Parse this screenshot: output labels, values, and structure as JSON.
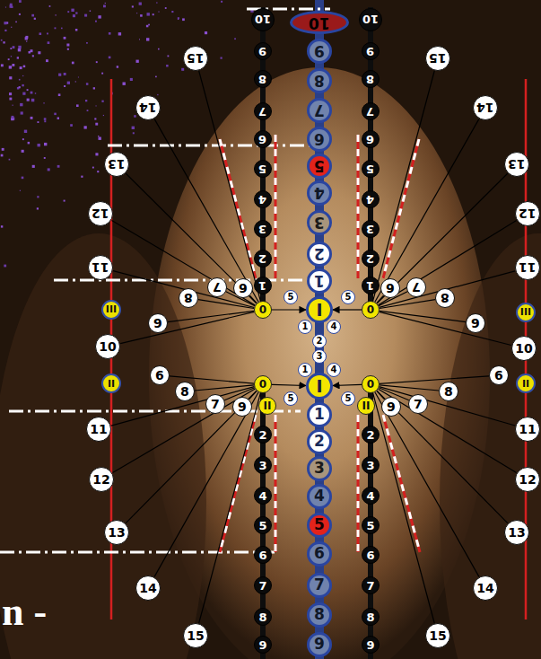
{
  "diagram": {
    "nodes": [
      {
        "text": [
          "10"
        ]
      },
      {
        "text": [
          "9"
        ]
      },
      {
        "text": [
          "8"
        ]
      },
      {
        "text": [
          "7"
        ]
      },
      {
        "text": [
          "6"
        ]
      },
      {
        "text": [
          "5"
        ]
      },
      {
        "text": [
          "4"
        ]
      },
      {
        "text": [
          "3"
        ]
      },
      {
        "text": [
          "2"
        ]
      },
      {
        "text": [
          "1"
        ]
      },
      {
        "text": [
          "I"
        ]
      },
      {
        "text": [
          "I"
        ]
      },
      {
        "text": [
          "1"
        ]
      },
      {
        "text": [
          "2"
        ]
      },
      {
        "text": [
          "3"
        ]
      },
      {
        "text": [
          "4"
        ]
      },
      {
        "text": [
          "5"
        ]
      },
      {
        "text": [
          "6"
        ]
      },
      {
        "text": [
          "7"
        ]
      },
      {
        "text": [
          "8"
        ]
      },
      {
        "text": [
          "9"
        ]
      },
      {
        "text": [
          "5"
        ]
      },
      {
        "text": [
          "5"
        ]
      },
      {
        "text": [
          "1"
        ]
      },
      {
        "text": [
          "4"
        ]
      },
      {
        "text": [
          "2"
        ]
      },
      {
        "text": [
          "3"
        ]
      },
      {
        "text": [
          "1"
        ]
      },
      {
        "text": [
          "4"
        ]
      },
      {
        "text": [
          "5"
        ]
      },
      {
        "text": [
          "5"
        ]
      },
      {
        "text": [
          "10"
        ]
      },
      {
        "text": [
          "9"
        ]
      },
      {
        "text": [
          "8"
        ]
      },
      {
        "text": [
          "7"
        ]
      },
      {
        "text": [
          "6"
        ]
      },
      {
        "text": [
          "5"
        ]
      },
      {
        "text": [
          "4"
        ]
      },
      {
        "text": [
          "3"
        ]
      },
      {
        "text": [
          "2"
        ]
      },
      {
        "text": [
          "1"
        ]
      },
      {
        "text": [
          "0"
        ]
      },
      {
        "text": [
          "0"
        ]
      },
      {
        "text": [
          "II"
        ]
      },
      {
        "text": [
          "2"
        ]
      },
      {
        "text": [
          "3"
        ]
      },
      {
        "text": [
          "4"
        ]
      },
      {
        "text": [
          "5"
        ]
      },
      {
        "text": [
          "6"
        ]
      },
      {
        "text": [
          "7"
        ]
      },
      {
        "text": [
          "8"
        ]
      },
      {
        "text": [
          "9"
        ]
      },
      {
        "text": [
          "10"
        ]
      },
      {
        "text": [
          "9"
        ]
      },
      {
        "text": [
          "8"
        ]
      },
      {
        "text": [
          "7"
        ]
      },
      {
        "text": [
          "6"
        ]
      },
      {
        "text": [
          "5"
        ]
      },
      {
        "text": [
          "4"
        ]
      },
      {
        "text": [
          "3"
        ]
      },
      {
        "text": [
          "2"
        ]
      },
      {
        "text": [
          "1"
        ]
      },
      {
        "text": [
          "0"
        ]
      },
      {
        "text": [
          "0"
        ]
      },
      {
        "text": [
          "II"
        ]
      },
      {
        "text": [
          "2"
        ]
      },
      {
        "text": [
          "3"
        ]
      },
      {
        "text": [
          "4"
        ]
      },
      {
        "text": [
          "5"
        ]
      },
      {
        "text": [
          "6"
        ]
      },
      {
        "text": [
          "7"
        ]
      },
      {
        "text": [
          "8"
        ]
      },
      {
        "text": [
          "9"
        ]
      },
      {
        "text": [
          "15"
        ]
      },
      {
        "text": [
          "14"
        ]
      },
      {
        "text": [
          "13"
        ]
      },
      {
        "text": [
          "12"
        ]
      },
      {
        "text": [
          "11"
        ]
      },
      {
        "text": [
          "III"
        ]
      },
      {
        "text": [
          "10"
        ]
      },
      {
        "text": [
          "9"
        ]
      },
      {
        "text": [
          "8"
        ]
      },
      {
        "text": [
          "7"
        ]
      },
      {
        "text": [
          "6"
        ]
      },
      {
        "text": [
          "II"
        ]
      },
      {
        "text": [
          "6"
        ]
      },
      {
        "text": [
          "8"
        ]
      },
      {
        "text": [
          "7"
        ]
      },
      {
        "text": [
          "9"
        ]
      },
      {
        "text": [
          "11"
        ]
      },
      {
        "text": [
          "12"
        ]
      },
      {
        "text": [
          "13"
        ]
      },
      {
        "text": [
          "14"
        ]
      },
      {
        "text": [
          "15"
        ]
      },
      {
        "text": [
          "15"
        ]
      },
      {
        "text": [
          "14"
        ]
      },
      {
        "text": [
          "13"
        ]
      },
      {
        "text": [
          "12"
        ]
      },
      {
        "text": [
          "11"
        ]
      },
      {
        "text": [
          "III"
        ]
      },
      {
        "text": [
          "10"
        ]
      },
      {
        "text": [
          "9"
        ]
      },
      {
        "text": [
          "8"
        ]
      },
      {
        "text": [
          "7"
        ]
      },
      {
        "text": [
          "6"
        ]
      },
      {
        "text": [
          "II"
        ]
      },
      {
        "text": [
          "6"
        ]
      },
      {
        "text": [
          "8"
        ]
      },
      {
        "text": [
          "7"
        ]
      },
      {
        "text": [
          "9"
        ]
      },
      {
        "text": [
          "11"
        ]
      },
      {
        "text": [
          "12"
        ]
      },
      {
        "text": [
          "13"
        ]
      },
      {
        "text": [
          "14"
        ]
      },
      {
        "text": [
          "15"
        ]
      }
    ],
    "edges": [
      {
        "from": 41,
        "to": 73,
        "arrow": "none"
      },
      {
        "from": 41,
        "to": 74,
        "arrow": "none"
      },
      {
        "from": 41,
        "to": 75,
        "arrow": "none"
      },
      {
        "from": 41,
        "to": 76,
        "arrow": "none"
      },
      {
        "from": 41,
        "to": 77,
        "arrow": "none"
      },
      {
        "from": 41,
        "to": 79,
        "arrow": "none"
      },
      {
        "from": 41,
        "to": 80,
        "arrow": "none"
      },
      {
        "from": 41,
        "to": 81,
        "arrow": "none"
      },
      {
        "from": 41,
        "to": 82,
        "arrow": "none"
      },
      {
        "from": 41,
        "to": 83,
        "arrow": "none"
      },
      {
        "from": 42,
        "to": 85,
        "arrow": "none"
      },
      {
        "from": 42,
        "to": 86,
        "arrow": "none"
      },
      {
        "from": 42,
        "to": 87,
        "arrow": "none"
      },
      {
        "from": 42,
        "to": 88,
        "arrow": "none"
      },
      {
        "from": 42,
        "to": 89,
        "arrow": "none"
      },
      {
        "from": 42,
        "to": 90,
        "arrow": "none"
      },
      {
        "from": 42,
        "to": 91,
        "arrow": "none"
      },
      {
        "from": 42,
        "to": 92,
        "arrow": "none"
      },
      {
        "from": 42,
        "to": 93,
        "arrow": "none"
      },
      {
        "from": 62,
        "to": 94,
        "arrow": "none"
      },
      {
        "from": 62,
        "to": 95,
        "arrow": "none"
      },
      {
        "from": 62,
        "to": 96,
        "arrow": "none"
      },
      {
        "from": 62,
        "to": 97,
        "arrow": "none"
      },
      {
        "from": 62,
        "to": 98,
        "arrow": "none"
      },
      {
        "from": 62,
        "to": 100,
        "arrow": "none"
      },
      {
        "from": 62,
        "to": 101,
        "arrow": "none"
      },
      {
        "from": 62,
        "to": 102,
        "arrow": "none"
      },
      {
        "from": 62,
        "to": 103,
        "arrow": "none"
      },
      {
        "from": 62,
        "to": 104,
        "arrow": "none"
      },
      {
        "from": 63,
        "to": 106,
        "arrow": "none"
      },
      {
        "from": 63,
        "to": 107,
        "arrow": "none"
      },
      {
        "from": 63,
        "to": 108,
        "arrow": "none"
      },
      {
        "from": 63,
        "to": 109,
        "arrow": "none"
      },
      {
        "from": 63,
        "to": 110,
        "arrow": "none"
      },
      {
        "from": 63,
        "to": 111,
        "arrow": "none"
      },
      {
        "from": 63,
        "to": 112,
        "arrow": "none"
      },
      {
        "from": 63,
        "to": 113,
        "arrow": "none"
      },
      {
        "from": 63,
        "to": 114,
        "arrow": "none"
      },
      {
        "from": 41,
        "to": 10,
        "arrow": "to"
      },
      {
        "from": 62,
        "to": 10,
        "arrow": "to"
      },
      {
        "from": 42,
        "to": 11,
        "arrow": "to"
      },
      {
        "from": 63,
        "to": 11,
        "arrow": "to"
      }
    ],
    "labels": [
      "n -"
    ]
  }
}
